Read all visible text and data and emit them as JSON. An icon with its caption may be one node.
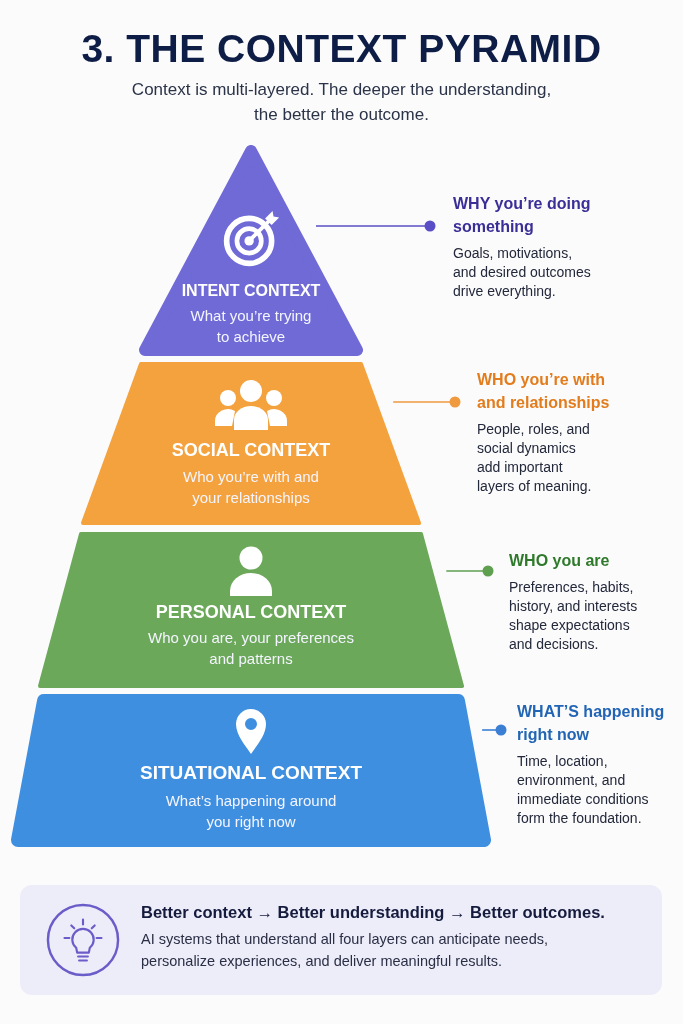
{
  "diagram": {
    "title": "3. THE CONTEXT PYRAMID",
    "nodes": [
      {
        "text": [
          "INTENT CONTEXT",
          "What you’re trying to achieve"
        ]
      },
      {
        "text": [
          "WHY you’re doing something",
          "Goals, motivations, and desired outcomes drive everything."
        ]
      },
      {
        "text": [
          "SOCIAL CONTEXT",
          "Who you’re with and your relationships"
        ]
      },
      {
        "text": [
          "WHO you’re with and relationships",
          "People, roles, and social dynamics add important layers of meaning."
        ]
      },
      {
        "text": [
          "PERSONAL CONTEXT",
          "Who you are, your preferences and patterns"
        ]
      },
      {
        "text": [
          "WHO you are",
          "Preferences, habits, history, and interests shape expectations and decisions."
        ]
      },
      {
        "text": [
          "SITUATIONAL CONTEXT",
          "What’s happening around you right now"
        ]
      },
      {
        "text": [
          "WHAT’S happening right now",
          "Time, location, environment, and immediate conditions form the foundation."
        ]
      },
      {
        "text": [
          "Better context → Better understanding → Better outcomes.",
          "AI systems that understand all four layers can anticipate needs, personalize experiences, and deliver meaningful results."
        ]
      }
    ],
    "edges": [
      {
        "from": 0,
        "to": 1,
        "arrow": "other",
        "color": "#5a4ec6"
      },
      {
        "from": 2,
        "to": 3,
        "arrow": "other",
        "color": "#ef9a3e"
      },
      {
        "from": 4,
        "to": 5,
        "arrow": "other",
        "color": "#5f9f50"
      },
      {
        "from": 6,
        "to": 7,
        "arrow": "other",
        "color": "#3b7fd4"
      }
    ],
    "labels": [
      "Context is multi-layered. The deeper the understanding, the better the outcome."
    ]
  }
}
